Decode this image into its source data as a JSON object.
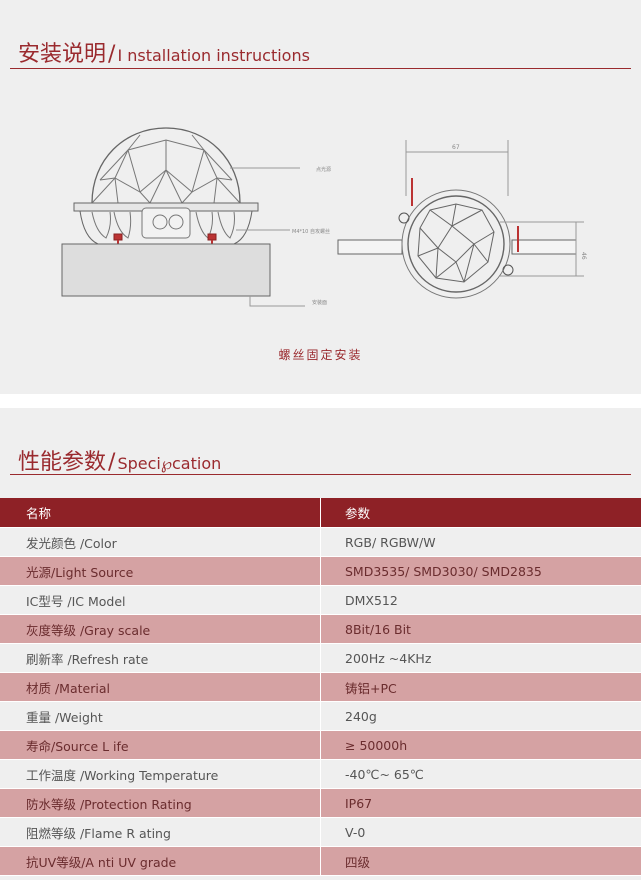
{
  "installation": {
    "title_cn": "安装说明",
    "separator": "/",
    "title_en": "I nstallation instructions",
    "caption": "螺丝固定安装",
    "labels": {
      "light_source": "点光源",
      "screw": "M4*10 自攻螺丝",
      "mount_surface": "安装面",
      "width": "67",
      "height": "46"
    }
  },
  "specification": {
    "title_cn": "性能参数",
    "separator": "/",
    "title_en": "Speci℘cation",
    "header": {
      "name": "名称",
      "value": "参数"
    },
    "rows": [
      {
        "name": "发光颜色 /Color",
        "value": "RGB/ RGBW/W"
      },
      {
        "name": "光源/Light Source",
        "value": "SMD3535/ SMD3030/ SMD2835"
      },
      {
        "name": "IC型号 /IC Model",
        "value": "DMX512"
      },
      {
        "name": "灰度等级 /Gray scale",
        "value": "8Bit/16 Bit"
      },
      {
        "name": "刷新率 /Refresh rate",
        "value": "200Hz ~4KHz"
      },
      {
        "name": "材质 /Material",
        "value": "铸铝+PC"
      },
      {
        "name": "重量 /Weight",
        "value": "240g"
      },
      {
        "name": "寿命/Source L ife",
        "value": "≥ 50000h"
      },
      {
        "name": "工作温度 /Working Temperature",
        "value": "-40℃~ 65℃"
      },
      {
        "name": "防水等级 /Protection Rating",
        "value": "IP67"
      },
      {
        "name": "阻燃等级 /Flame R ating",
        "value": "V-0"
      },
      {
        "name": "抗UV等级/A nti UV grade",
        "value": "四级"
      }
    ]
  },
  "colors": {
    "accent": "#9a2a2e",
    "header_bg": "#8e2126",
    "stripe": "#d5a2a3",
    "panel": "#efefef"
  }
}
